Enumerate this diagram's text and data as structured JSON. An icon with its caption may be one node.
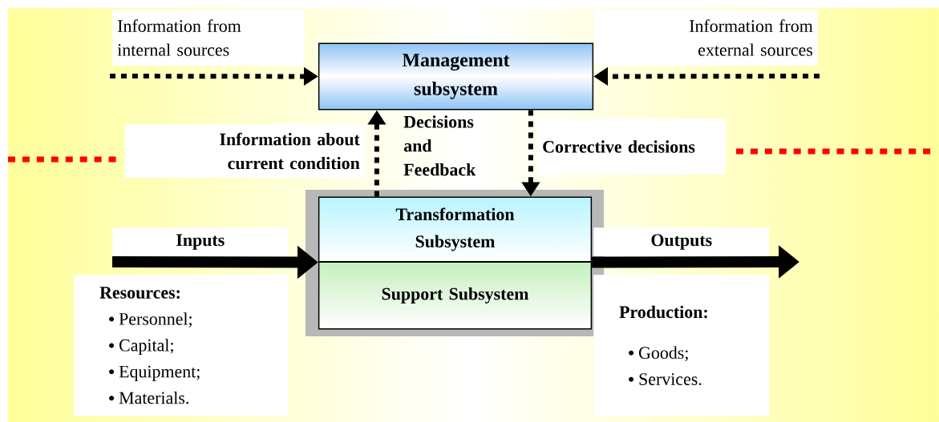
{
  "diagram": {
    "nodes": [
      {
        "text": [
          "Management subsystem"
        ]
      },
      {
        "text": [
          "Transformation Subsystem"
        ]
      },
      {
        "text": [
          "Support Subsystem"
        ]
      },
      {
        "text": [
          "Resources:",
          "Personnel;",
          "Capital;",
          "Equipment;",
          "Materials."
        ]
      },
      {
        "text": [
          "Production:",
          "Goods;",
          "Services."
        ]
      }
    ],
    "edges": [
      {
        "from": null,
        "to": 0,
        "arrow": "to",
        "label": "Information from internal sources",
        "style": "dashed"
      },
      {
        "from": null,
        "to": 0,
        "arrow": "to",
        "label": "Information from external sources",
        "style": "dashed"
      },
      {
        "from": 1,
        "to": 0,
        "arrow": "to",
        "label": "Information about current condition",
        "style": "dashed"
      },
      {
        "from": 0,
        "to": 1,
        "arrow": "to",
        "label": "Corrective decisions",
        "style": "dashed"
      },
      {
        "from": null,
        "to": 1,
        "arrow": "to",
        "label": "Inputs",
        "style": "thick"
      },
      {
        "from": 1,
        "to": null,
        "arrow": "to",
        "label": "Outputs",
        "style": "thick"
      }
    ],
    "labels": [
      "Decisions and Feedback"
    ]
  }
}
